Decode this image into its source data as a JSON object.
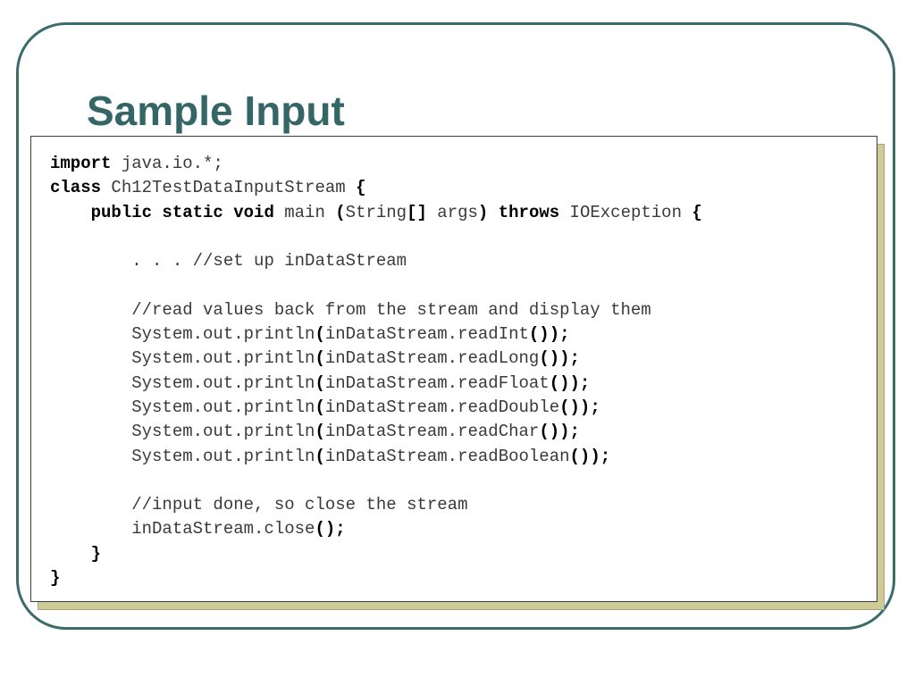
{
  "slide": {
    "title": "Sample Input",
    "colors": {
      "title": "#356666",
      "frame_border": "#3b6b6b",
      "shadow": "#cfcb99",
      "code_text": "#3a3a3a",
      "code_keyword": "#000000"
    }
  },
  "code": {
    "lines": [
      [
        {
          "t": "import",
          "b": true
        },
        {
          "t": " java.io.*;"
        }
      ],
      [
        {
          "t": "class",
          "b": true
        },
        {
          "t": " Ch12TestDataInputStream "
        },
        {
          "t": "{",
          "b": true
        }
      ],
      [
        {
          "t": "    "
        },
        {
          "t": "public static void",
          "b": true
        },
        {
          "t": " main "
        },
        {
          "t": "(",
          "b": true
        },
        {
          "t": "String"
        },
        {
          "t": "[]",
          "b": true
        },
        {
          "t": " args"
        },
        {
          "t": ")",
          "b": true
        },
        {
          "t": " "
        },
        {
          "t": "throws",
          "b": true
        },
        {
          "t": " IOException "
        },
        {
          "t": "{",
          "b": true
        }
      ],
      [],
      [
        {
          "t": "        . . . //set up inDataStream"
        }
      ],
      [],
      [
        {
          "t": "        //read values back from the stream and display them"
        }
      ],
      [
        {
          "t": "        System.out.println"
        },
        {
          "t": "(",
          "b": true
        },
        {
          "t": "inDataStream.readInt"
        },
        {
          "t": "());",
          "b": true
        }
      ],
      [
        {
          "t": "        System.out.println"
        },
        {
          "t": "(",
          "b": true
        },
        {
          "t": "inDataStream.readLong"
        },
        {
          "t": "());",
          "b": true
        }
      ],
      [
        {
          "t": "        System.out.println"
        },
        {
          "t": "(",
          "b": true
        },
        {
          "t": "inDataStream.readFloat"
        },
        {
          "t": "());",
          "b": true
        }
      ],
      [
        {
          "t": "        System.out.println"
        },
        {
          "t": "(",
          "b": true
        },
        {
          "t": "inDataStream.readDouble"
        },
        {
          "t": "());",
          "b": true
        }
      ],
      [
        {
          "t": "        System.out.println"
        },
        {
          "t": "(",
          "b": true
        },
        {
          "t": "inDataStream.readChar"
        },
        {
          "t": "());",
          "b": true
        }
      ],
      [
        {
          "t": "        System.out.println"
        },
        {
          "t": "(",
          "b": true
        },
        {
          "t": "inDataStream.readBoolean"
        },
        {
          "t": "());",
          "b": true
        }
      ],
      [],
      [
        {
          "t": "        //input done, so close the stream"
        }
      ],
      [
        {
          "t": "        inDataStream.close"
        },
        {
          "t": "();",
          "b": true
        }
      ],
      [
        {
          "t": "    "
        },
        {
          "t": "}",
          "b": true
        }
      ],
      [
        {
          "t": "}",
          "b": true
        }
      ]
    ]
  }
}
